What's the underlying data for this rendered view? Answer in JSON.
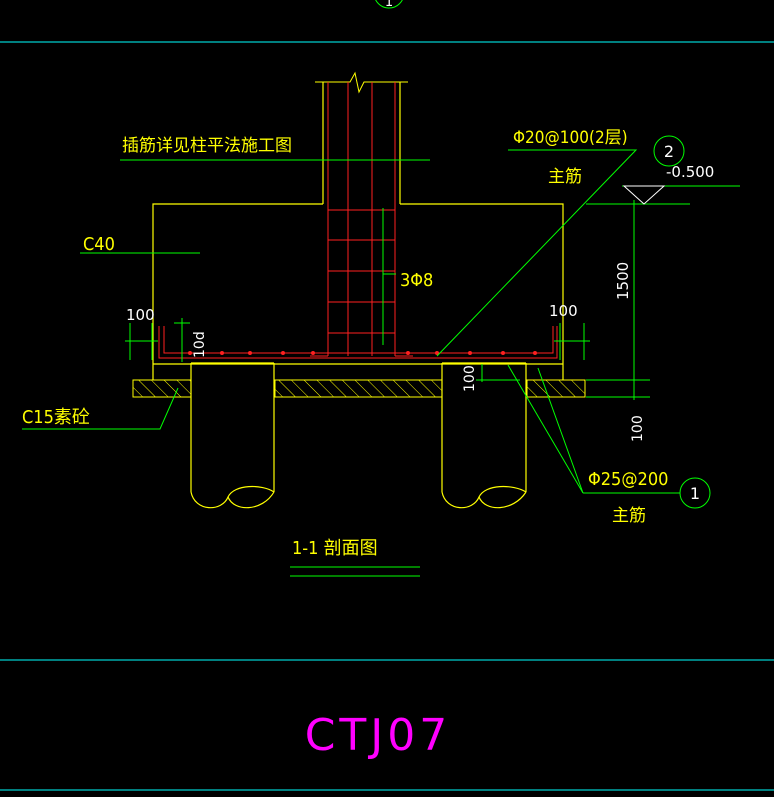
{
  "drawing": {
    "background_color": "#000000",
    "colors": {
      "frame": "#00ffff",
      "concrete": "#ffff00",
      "rebar": "#ff2020",
      "leader": "#00ff00",
      "text": "#ffff00",
      "dimension_text": "#ffffff",
      "sheet_code": "#ff00ff"
    },
    "labels": {
      "dowel_note": "插筋详见柱平法施工图",
      "concrete_grade": "C40",
      "blinding": "C15素砼",
      "top_rebar": "Φ20@100(2层)",
      "top_rebar_role": "主筋",
      "bottom_rebar": "Φ25@200",
      "bottom_rebar_role": "主筋",
      "stirrup": "3Φ8",
      "elevation": "-0.500",
      "hook_length": "10d",
      "section_title": "1-1  剖面图",
      "sheet_code": "CTJ07"
    },
    "dimensions": {
      "cover_left": "100",
      "cover_right": "100",
      "depth": "1500",
      "pile_embed": "100",
      "blinding_thickness": "100"
    },
    "callouts": {
      "top_marker": "1",
      "rebar_2": "2",
      "rebar_1": "1"
    }
  }
}
